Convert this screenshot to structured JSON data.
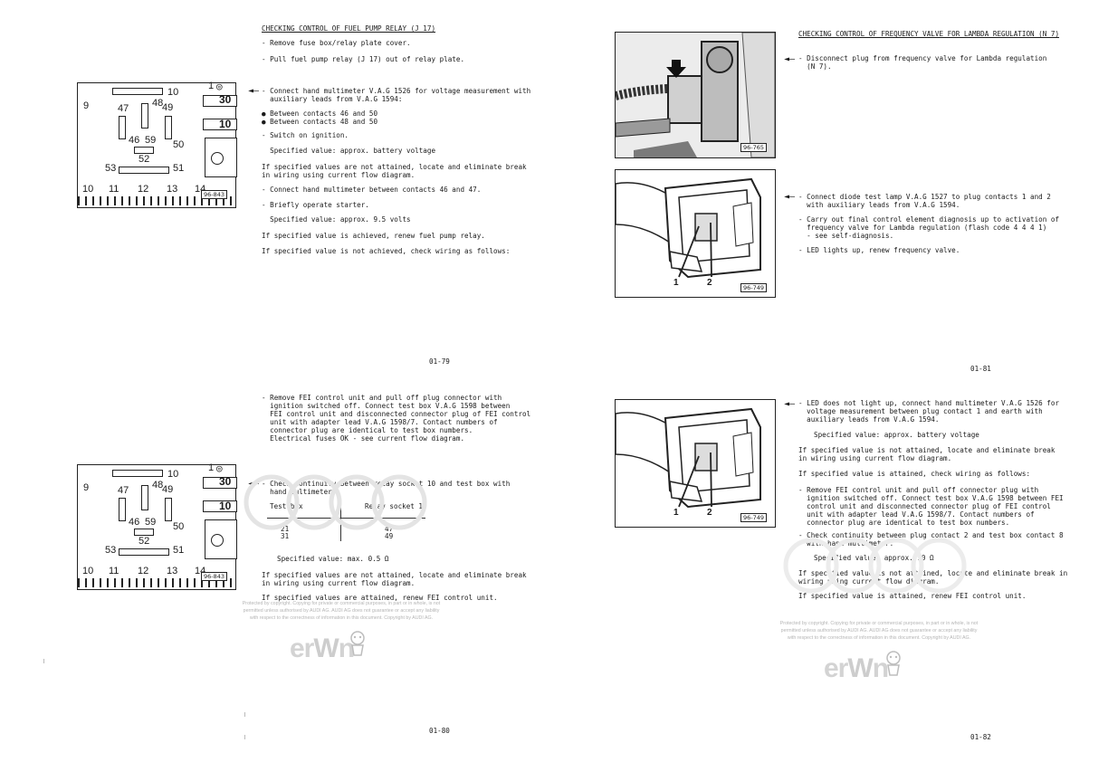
{
  "page1": {
    "title": "CHECKING CONTROL OF FUEL PUMP RELAY (J 17)",
    "steps": [
      "- Remove fuse box/relay plate cover.",
      "- Pull fuel pump relay (J 17) out of relay plate.",
      "- Connect hand multimeter V.A.G 1526 for voltage measurement with\n  auxiliary leads from V.A.G 1594:",
      "● Between contacts 46 and 50\n● Between contacts 48 and 50",
      "- Switch on ignition.",
      "  Specified value: approx. battery voltage",
      "If specified values are not attained, locate and eliminate break\nin wiring using current flow diagram.",
      "- Connect hand multimeter between contacts 46 and 47.",
      "- Briefly operate starter.",
      "  Specified value: approx. 9.5 volts",
      "If specified value is achieved, renew fuel pump relay.",
      "If specified value is not achieved, check wiring as follows:"
    ],
    "page_number": "01-79"
  },
  "page2": {
    "intro": "- Remove FEI control unit and pull off plug connector with\n  ignition switched off. Connect test box V.A.G 1598 between\n  FEI control unit and disconnected connector plug of FEI control\n  unit with adapter lead V.A.G 1598/7. Contact numbers of\n  connector plug are identical to test box numbers.\n  Electrical fuses OK - see current flow diagram.",
    "check": "- Check continuity between relay socket 10 and test box with\n  hand multimeter.",
    "table": {
      "headers": [
        "Test box",
        "Relay socket 10"
      ],
      "rows": [
        [
          "21",
          "47"
        ],
        [
          "31",
          "49"
        ]
      ]
    },
    "spec": "Specified value: max. 0.5 Ω",
    "fail": "If specified values are not attained, locate and eliminate break\nin wiring using current flow diagram.",
    "pass": "If specified values are attained, renew FEI control unit.",
    "page_number": "01-80"
  },
  "page3": {
    "title": "CHECKING CONTROL OF FREQUENCY VALVE FOR LAMBDA REGULATION (N 7)",
    "step1": "- Disconnect plug from frequency valve for Lambda regulation\n  (N 7).",
    "step2": "- Connect diode test lamp V.A.G 1527 to plug contacts 1 and 2\n  with auxiliary leads from V.A.G 1594.",
    "step3": "- Carry out final control element diagnosis up to activation of\n  frequency valve for Lambda regulation (flash code 4 4 4 1)\n  - see self-diagnosis.",
    "step4": "- LED lights up, renew frequency valve.",
    "page_number": "01-81"
  },
  "page4": {
    "step1": "- LED does not light up, connect hand multimeter V.A.G 1526 for\n  voltage measurement between plug contact 1 and earth with\n  auxiliary leads from V.A.G 1594.",
    "spec1": "Specified value: approx. battery voltage",
    "fail1": "If specified value is not attained, locate and eliminate break\nin wiring using current flow diagram.",
    "pass1": "If specified value is attained, check wiring as follows:",
    "step2": "- Remove FEI control unit and pull off connector plug with\n  ignition switched off. Connect test box V.A.G 1598 between FEI\n  control unit and disconnected connector plug of FEI control\n  unit with adapter lead V.A.G 1598/7. Contact numbers of\n  connector plug are identical to test box numbers.",
    "step3": "- Check continuity between plug contact 2 and test box contact 8\n  with hand multimeter.",
    "spec2": "Specified value: approx. 10 Ω",
    "fail2": "If specified value is not attained, locate and eliminate break in\nwiring using current flow diagram.",
    "pass2": "If specified value is attained, renew FEI control unit.",
    "page_number": "01-82"
  },
  "relay_plate": {
    "labels": [
      "1",
      "9",
      "10",
      "47",
      "48",
      "49",
      "30",
      "10",
      "46",
      "59",
      "50",
      "52",
      "53",
      "51",
      "10",
      "11",
      "12",
      "13",
      "14"
    ],
    "tag": "96-843"
  },
  "figures": {
    "valve_tag": "96-765",
    "plug_tag": "96-749",
    "plug_labels": [
      "1",
      "2"
    ]
  },
  "watermark": {
    "copyright": "Protected by copyright. Copying for private or commercial purposes, in part or in whole, is not\npermitted unless authorised by AUDI AG. AUDI AG does not guarantee or accept any liability\nwith respect to the correctness of information in this document. Copyright by AUDI AG.",
    "brand_left": "er",
    "brand_mid": "W",
    "brand_right": "n"
  }
}
